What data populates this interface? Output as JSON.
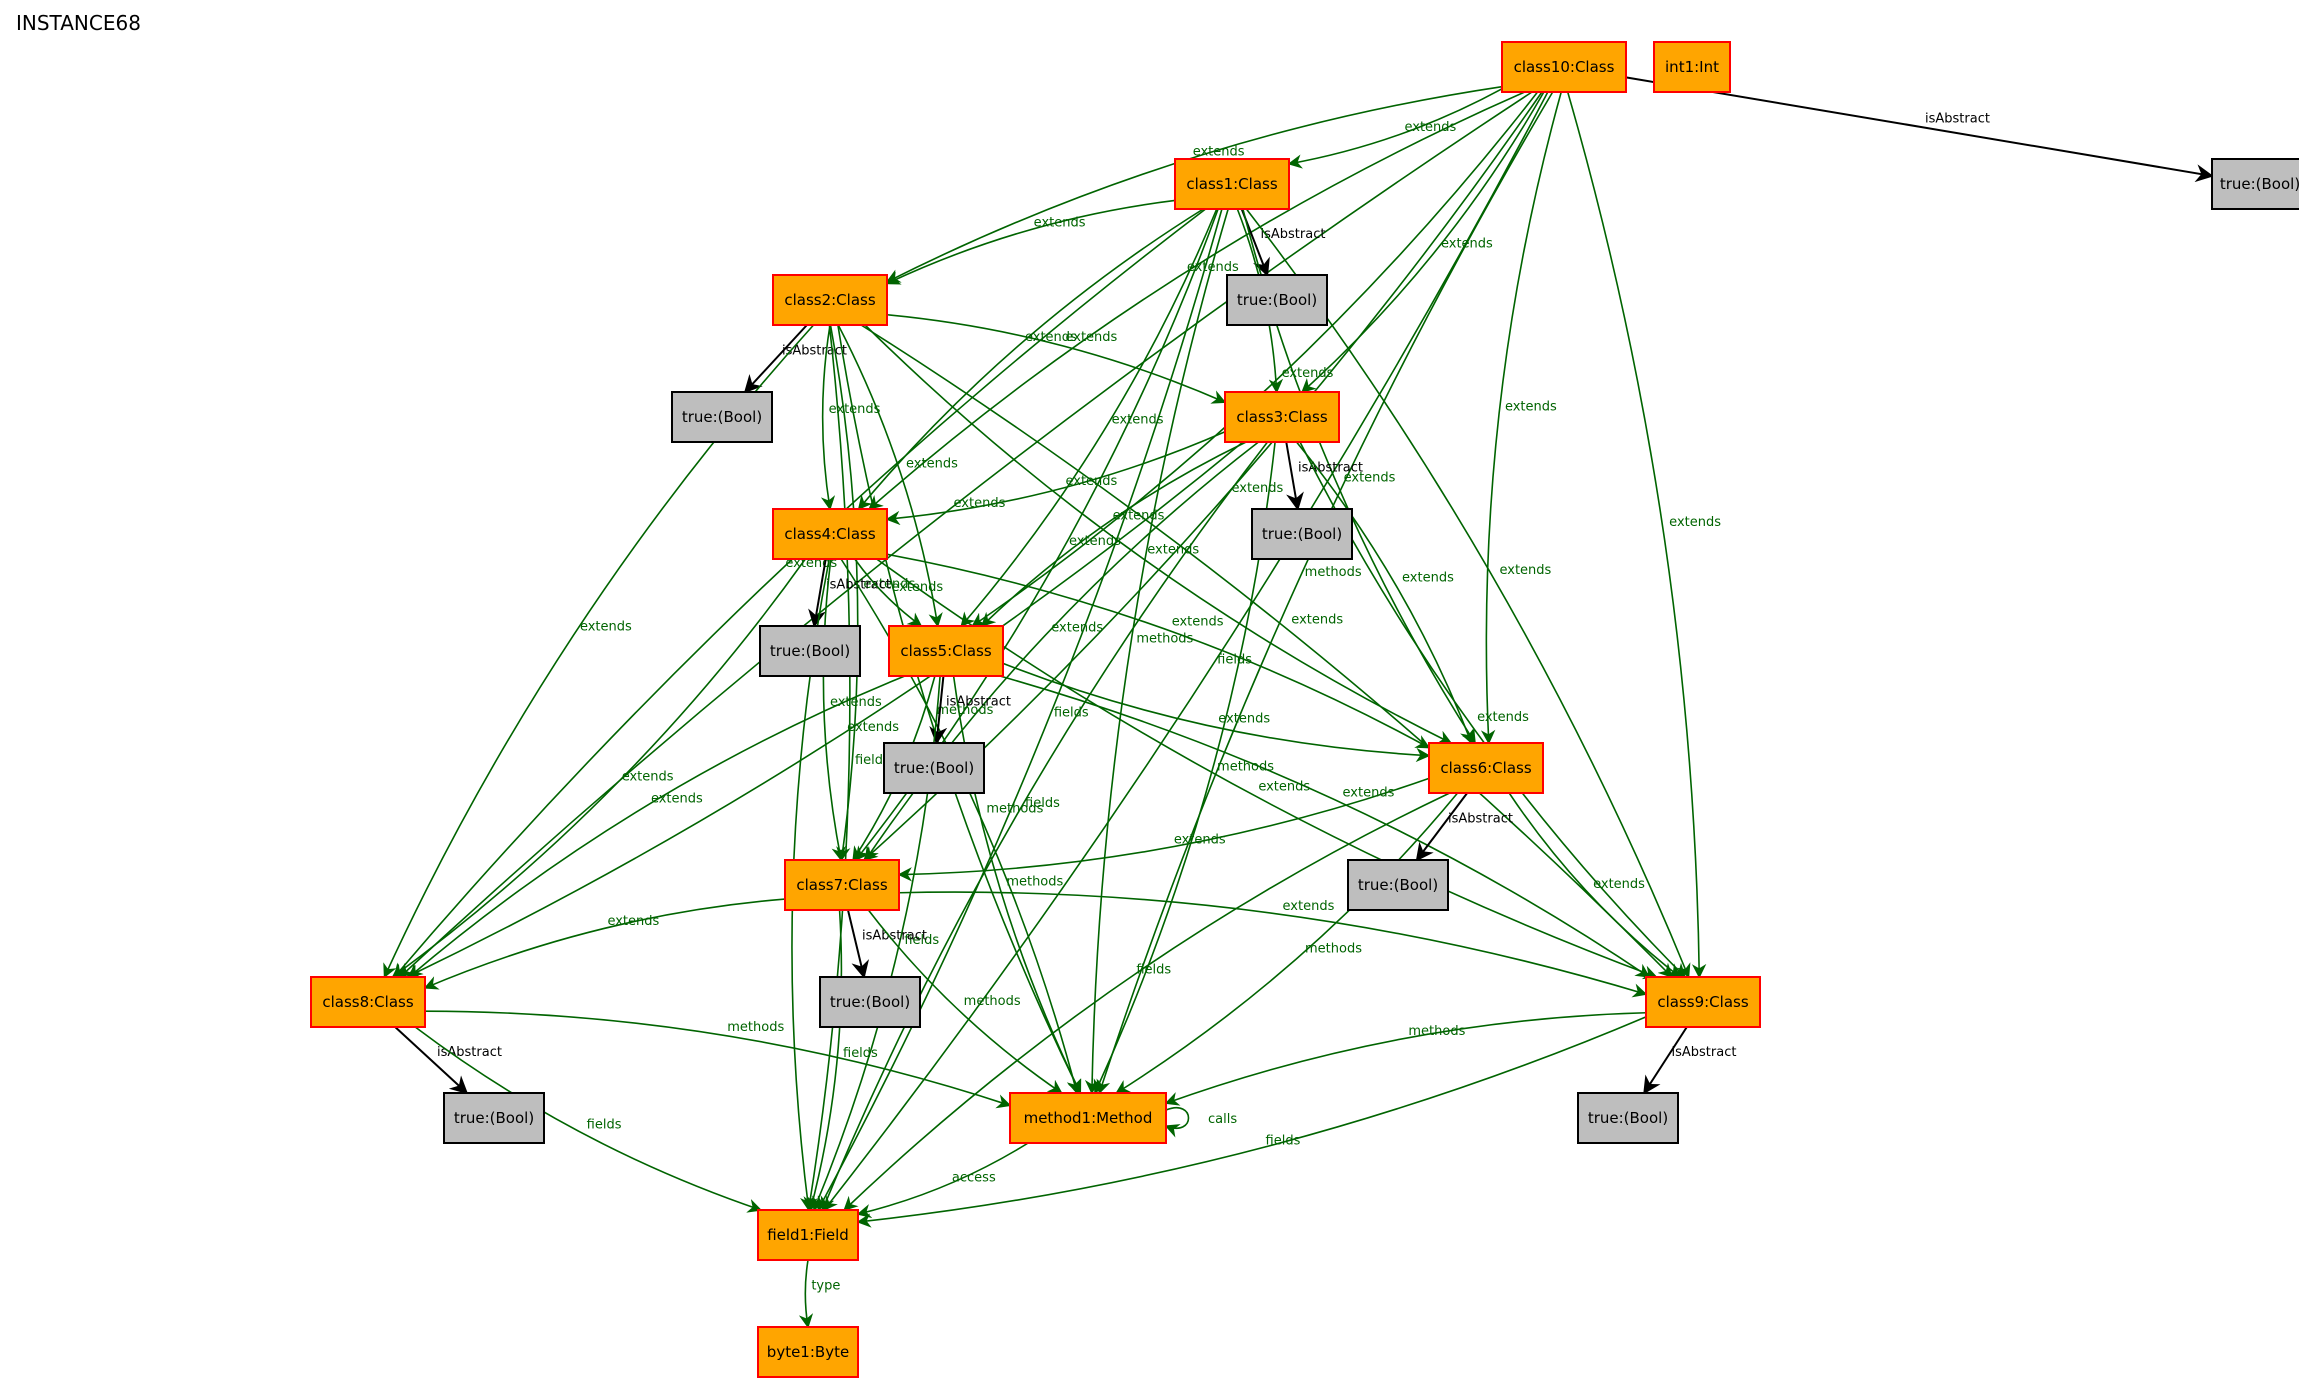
{
  "title": "INSTANCE68",
  "colors": {
    "object_fill": "#ffa500",
    "object_stroke": "#ff0000",
    "value_fill": "#bebebe",
    "value_stroke": "#000000",
    "relation_edge": "#006400",
    "attribute_edge": "#000000"
  },
  "nodes": [
    {
      "id": "class10",
      "label": "class10:Class",
      "kind": "object"
    },
    {
      "id": "int1",
      "label": "int1:Int",
      "kind": "object"
    },
    {
      "id": "bool_c10",
      "label": "true:(Bool)",
      "kind": "value"
    },
    {
      "id": "class1",
      "label": "class1:Class",
      "kind": "object"
    },
    {
      "id": "bool_c1",
      "label": "true:(Bool)",
      "kind": "value"
    },
    {
      "id": "class2",
      "label": "class2:Class",
      "kind": "object"
    },
    {
      "id": "bool_c2",
      "label": "true:(Bool)",
      "kind": "value"
    },
    {
      "id": "class3",
      "label": "class3:Class",
      "kind": "object"
    },
    {
      "id": "bool_c3",
      "label": "true:(Bool)",
      "kind": "value"
    },
    {
      "id": "class4",
      "label": "class4:Class",
      "kind": "object"
    },
    {
      "id": "bool_c4",
      "label": "true:(Bool)",
      "kind": "value"
    },
    {
      "id": "class5",
      "label": "class5:Class",
      "kind": "object"
    },
    {
      "id": "bool_c5",
      "label": "true:(Bool)",
      "kind": "value"
    },
    {
      "id": "class6",
      "label": "class6:Class",
      "kind": "object"
    },
    {
      "id": "bool_c6",
      "label": "true:(Bool)",
      "kind": "value"
    },
    {
      "id": "class7",
      "label": "class7:Class",
      "kind": "object"
    },
    {
      "id": "bool_c7",
      "label": "true:(Bool)",
      "kind": "value"
    },
    {
      "id": "class8",
      "label": "class8:Class",
      "kind": "object"
    },
    {
      "id": "bool_c8",
      "label": "true:(Bool)",
      "kind": "value"
    },
    {
      "id": "class9",
      "label": "class9:Class",
      "kind": "object"
    },
    {
      "id": "bool_c9",
      "label": "true:(Bool)",
      "kind": "value"
    },
    {
      "id": "method1",
      "label": "method1:Method",
      "kind": "object"
    },
    {
      "id": "field1",
      "label": "field1:Field",
      "kind": "object"
    },
    {
      "id": "byte1",
      "label": "byte1:Byte",
      "kind": "object"
    }
  ],
  "edges": [
    {
      "from": "class10",
      "to": "class1",
      "label": "extends"
    },
    {
      "from": "class10",
      "to": "class2",
      "label": "extends"
    },
    {
      "from": "class10",
      "to": "class3",
      "label": "extends"
    },
    {
      "from": "class10",
      "to": "class4",
      "label": "extends"
    },
    {
      "from": "class10",
      "to": "class5",
      "label": "extends"
    },
    {
      "from": "class10",
      "to": "class6",
      "label": "extends"
    },
    {
      "from": "class10",
      "to": "class7",
      "label": "extends"
    },
    {
      "from": "class10",
      "to": "class8",
      "label": "extends"
    },
    {
      "from": "class10",
      "to": "class9",
      "label": "extends"
    },
    {
      "from": "class10",
      "to": "method1",
      "label": "methods"
    },
    {
      "from": "class10",
      "to": "field1",
      "label": "fields"
    },
    {
      "from": "class10",
      "to": "bool_c10",
      "label": "isAbstract"
    },
    {
      "from": "class1",
      "to": "bool_c1",
      "label": "isAbstract"
    },
    {
      "from": "class1",
      "to": "class2",
      "label": "extends"
    },
    {
      "from": "class1",
      "to": "class3",
      "label": "extends"
    },
    {
      "from": "class1",
      "to": "class4",
      "label": "extends"
    },
    {
      "from": "class1",
      "to": "class5",
      "label": "extends"
    },
    {
      "from": "class1",
      "to": "class6",
      "label": "extends"
    },
    {
      "from": "class1",
      "to": "class7",
      "label": "extends"
    },
    {
      "from": "class1",
      "to": "class8",
      "label": "extends"
    },
    {
      "from": "class1",
      "to": "class9",
      "label": "extends"
    },
    {
      "from": "class1",
      "to": "method1",
      "label": "methods"
    },
    {
      "from": "class1",
      "to": "field1",
      "label": "fields"
    },
    {
      "from": "class2",
      "to": "bool_c2",
      "label": "isAbstract"
    },
    {
      "from": "class2",
      "to": "class3",
      "label": "extends"
    },
    {
      "from": "class2",
      "to": "class4",
      "label": "extends"
    },
    {
      "from": "class2",
      "to": "class5",
      "label": "extends"
    },
    {
      "from": "class2",
      "to": "class6",
      "label": "extends"
    },
    {
      "from": "class2",
      "to": "class7",
      "label": "extends"
    },
    {
      "from": "class2",
      "to": "class8",
      "label": "extends"
    },
    {
      "from": "class2",
      "to": "class9",
      "label": "extends"
    },
    {
      "from": "class2",
      "to": "method1",
      "label": "methods"
    },
    {
      "from": "class2",
      "to": "field1",
      "label": "fields"
    },
    {
      "from": "class3",
      "to": "bool_c3",
      "label": "isAbstract"
    },
    {
      "from": "class3",
      "to": "class4",
      "label": "extends"
    },
    {
      "from": "class3",
      "to": "class5",
      "label": "extends"
    },
    {
      "from": "class3",
      "to": "class6",
      "label": "extends"
    },
    {
      "from": "class3",
      "to": "class7",
      "label": "extends"
    },
    {
      "from": "class3",
      "to": "class8",
      "label": "extends"
    },
    {
      "from": "class3",
      "to": "class9",
      "label": "extends"
    },
    {
      "from": "class3",
      "to": "method1",
      "label": "methods"
    },
    {
      "from": "class3",
      "to": "field1",
      "label": "fields"
    },
    {
      "from": "class4",
      "to": "bool_c4",
      "label": "isAbstract"
    },
    {
      "from": "class4",
      "to": "class5",
      "label": "extends"
    },
    {
      "from": "class4",
      "to": "class6",
      "label": "extends"
    },
    {
      "from": "class4",
      "to": "class7",
      "label": "extends"
    },
    {
      "from": "class4",
      "to": "class8",
      "label": "extends"
    },
    {
      "from": "class4",
      "to": "class9",
      "label": "extends"
    },
    {
      "from": "class4",
      "to": "method1",
      "label": "methods"
    },
    {
      "from": "class4",
      "to": "field1",
      "label": "fields"
    },
    {
      "from": "class5",
      "to": "bool_c5",
      "label": "isAbstract"
    },
    {
      "from": "class5",
      "to": "class6",
      "label": "extends"
    },
    {
      "from": "class5",
      "to": "class7",
      "label": "extends"
    },
    {
      "from": "class5",
      "to": "class8",
      "label": "extends"
    },
    {
      "from": "class5",
      "to": "class9",
      "label": "extends"
    },
    {
      "from": "class5",
      "to": "method1",
      "label": "methods"
    },
    {
      "from": "class5",
      "to": "field1",
      "label": "fields"
    },
    {
      "from": "class6",
      "to": "bool_c6",
      "label": "isAbstract"
    },
    {
      "from": "class6",
      "to": "class7",
      "label": "extends"
    },
    {
      "from": "class6",
      "to": "class9",
      "label": "extends"
    },
    {
      "from": "class6",
      "to": "method1",
      "label": "methods"
    },
    {
      "from": "class6",
      "to": "field1",
      "label": "fields"
    },
    {
      "from": "class7",
      "to": "bool_c7",
      "label": "isAbstract"
    },
    {
      "from": "class7",
      "to": "class8",
      "label": "extends"
    },
    {
      "from": "class7",
      "to": "class9",
      "label": "extends"
    },
    {
      "from": "class7",
      "to": "method1",
      "label": "methods"
    },
    {
      "from": "class7",
      "to": "field1",
      "label": "fields"
    },
    {
      "from": "class8",
      "to": "bool_c8",
      "label": "isAbstract"
    },
    {
      "from": "class8",
      "to": "method1",
      "label": "methods"
    },
    {
      "from": "class8",
      "to": "field1",
      "label": "fields"
    },
    {
      "from": "class9",
      "to": "bool_c9",
      "label": "isAbstract"
    },
    {
      "from": "class9",
      "to": "method1",
      "label": "methods"
    },
    {
      "from": "class9",
      "to": "field1",
      "label": "fields"
    },
    {
      "from": "method1",
      "to": "method1",
      "label": "calls"
    },
    {
      "from": "method1",
      "to": "field1",
      "label": "access"
    },
    {
      "from": "field1",
      "to": "byte1",
      "label": "type"
    }
  ]
}
